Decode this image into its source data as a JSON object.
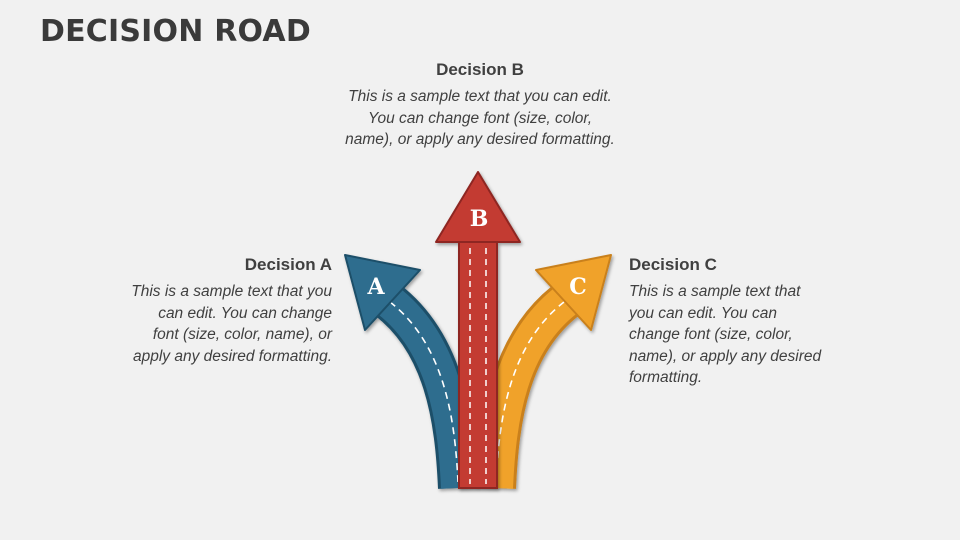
{
  "title": "DECISION ROAD",
  "decisions": [
    {
      "letter": "A",
      "heading": "Decision A",
      "text": "This is a sample text that you can edit. You can change font (size, color, name), or apply any desired formatting.",
      "color": "#2e6d8e"
    },
    {
      "letter": "B",
      "heading": "Decision B",
      "text": "This is a sample text that you can edit. You can change font (size, color, name), or apply any desired formatting.",
      "color": "#c33b32"
    },
    {
      "letter": "C",
      "heading": "Decision C",
      "text": "This is a sample text that you can edit. You can change font (size, color, name), or apply any desired formatting.",
      "color": "#f0a22b"
    }
  ]
}
